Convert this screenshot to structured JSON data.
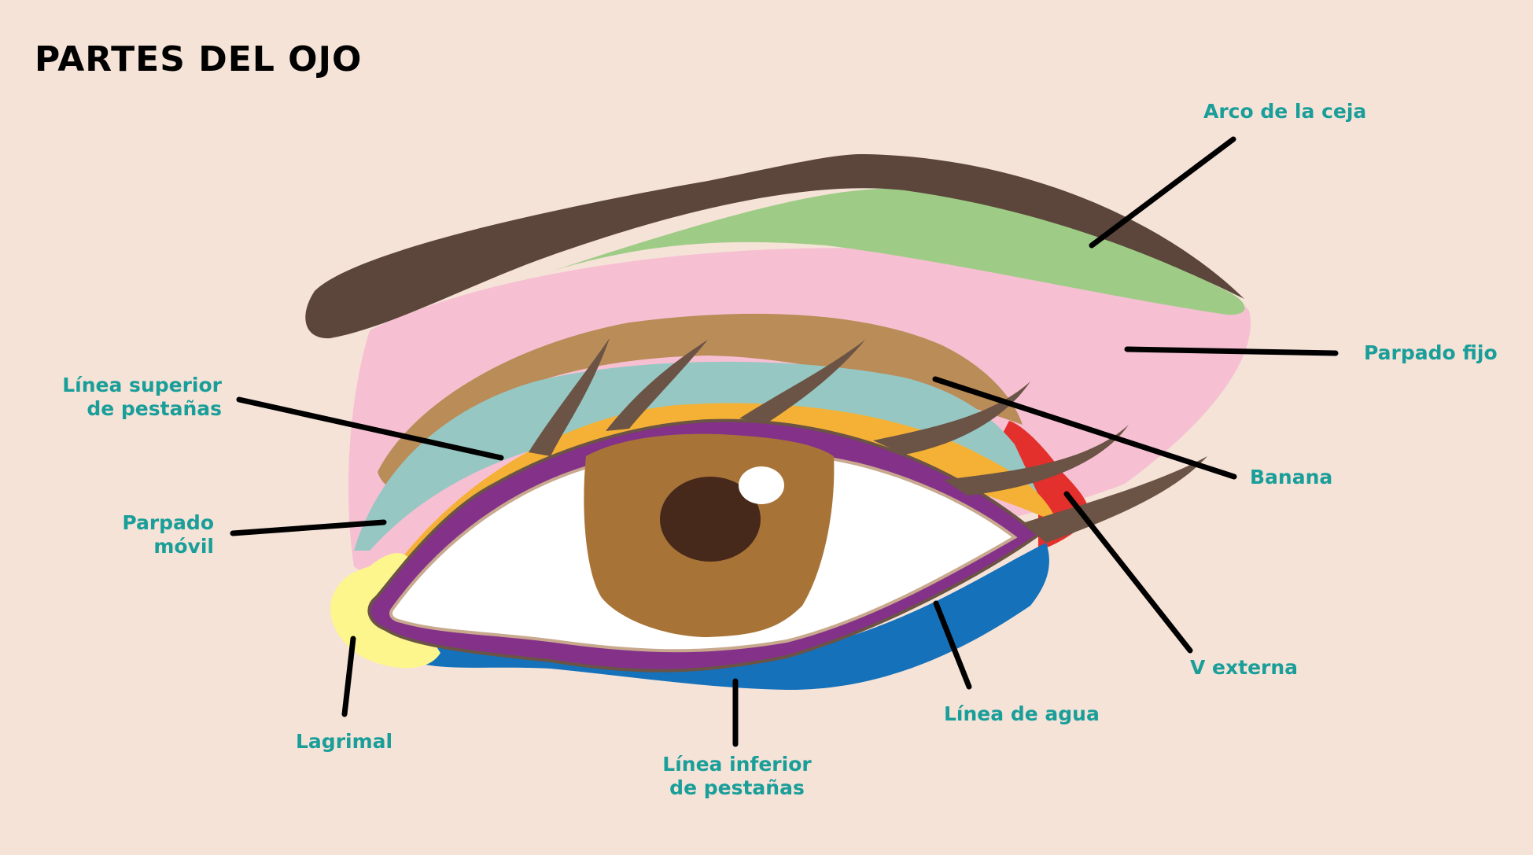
{
  "title": "PARTES DEL OJO",
  "labels": {
    "arco_ceja": "Arco de la ceja",
    "parpado_fijo": "Parpado fijo",
    "linea_superior": [
      "Línea superior",
      "de pestañas"
    ],
    "banana": "Banana",
    "parpado_movil": [
      "Parpado",
      "móvil"
    ],
    "v_externa": "V externa",
    "linea_agua": "Línea de agua",
    "lagrimal": "Lagrimal",
    "linea_inferior": [
      "Línea inferior",
      "de pestañas"
    ]
  },
  "colors": {
    "background": "#f5e3d8",
    "label_text": "#1a9e99",
    "eyebrow": "#5c463b",
    "brow_arch": "#9ecc86",
    "fixed_lid": "#f6c0d2",
    "banana": "#b98c58",
    "mobile_lid": "#96c7c3",
    "upper_lash_line": "#f5b135",
    "v_externa": "#e3302c",
    "lower_lash_line": "#1571ba",
    "tear_duct": "#fdf68c",
    "waterline": "#833189",
    "iris": "#a87337",
    "pupil": "#46291a",
    "lashes": "#6b5345"
  }
}
